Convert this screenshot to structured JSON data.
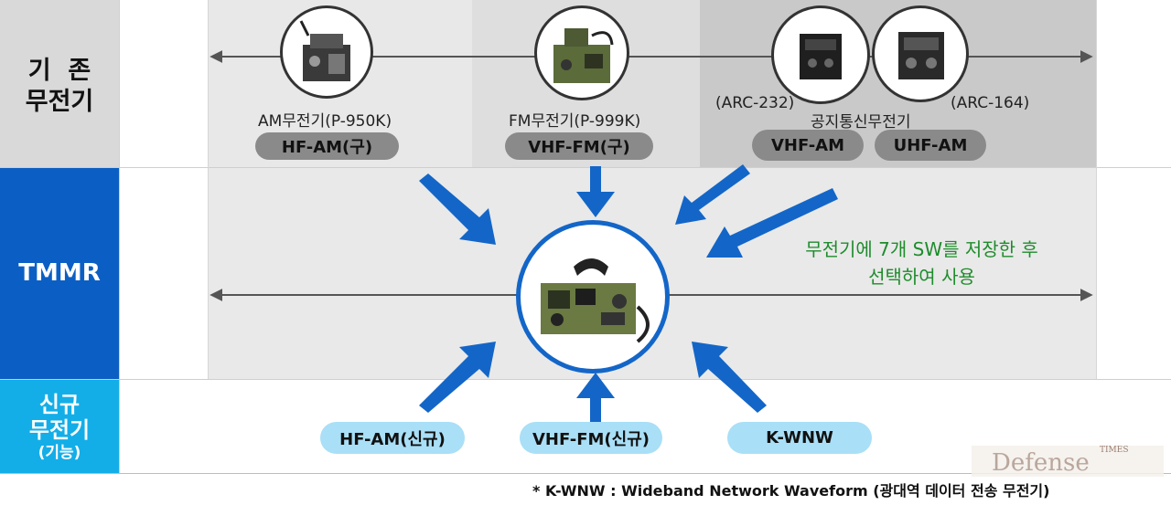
{
  "rows": {
    "existing_label_line1": "기  존",
    "existing_label_line2": "무전기",
    "tmmr_label": "TMMR",
    "new_label_line1": "신규",
    "new_label_line2": "무전기",
    "new_label_line3": "(기능)"
  },
  "existing": {
    "am_caption": "AM무전기(P-950K)",
    "am_pill": "HF-AM(구)",
    "fm_caption": "FM무전기(P-999K)",
    "fm_pill": "VHF-FM(구)",
    "arc232": "(ARC-232)",
    "arc164": "(ARC-164)",
    "air_caption": "공지통신무전기",
    "vhf_am_pill": "VHF-AM",
    "uhf_am_pill": "UHF-AM"
  },
  "tmmr": {
    "note_line1": "무전기에 7개 SW를 저장한 후",
    "note_line2": "선택하여 사용",
    "note_color": "#1e8c2c"
  },
  "new": {
    "hf_pill": "HF-AM(신규)",
    "vhf_pill": "VHF-FM(신규)",
    "kwnw_pill": "K-WNW"
  },
  "footnote": "* K-WNW : Wideband Network Waveform (광대역 데이터 전송 무전기)",
  "watermark": {
    "small": "TIMES",
    "main": "Defense"
  },
  "colors": {
    "blue_dark": "#0b5fc4",
    "blue_light": "#13aee8",
    "arrow_blue": "#1366c8"
  }
}
